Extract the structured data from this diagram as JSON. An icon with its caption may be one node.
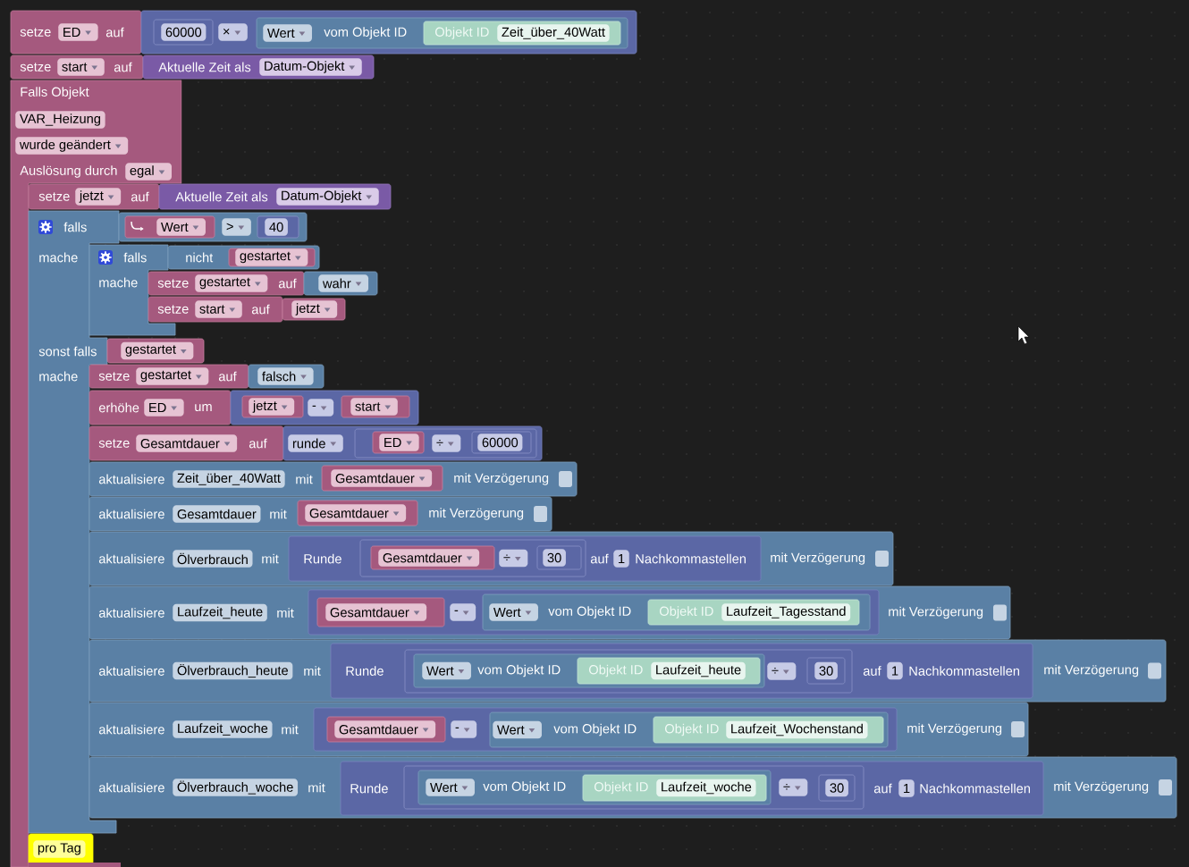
{
  "diagram": {
    "nodes": [
      {
        "text": [
          "setze",
          "ED",
          "auf"
        ]
      },
      {
        "text": [
          "×"
        ]
      },
      {
        "text": [
          "60000"
        ],
        "in": 1
      },
      {
        "text": [
          "Wert",
          "vom Objekt ID"
        ],
        "in": 1
      },
      {
        "text": [
          "Objekt ID",
          "Zeit_über_40Watt"
        ],
        "in": 3
      },
      {
        "text": [
          "setze",
          "start",
          "auf"
        ]
      },
      {
        "text": [
          "Aktuelle Zeit als",
          "Datum-Objekt"
        ]
      },
      {
        "text": [
          "Falls Objekt",
          "VAR_Heizung",
          "wurde geändert",
          "Auslösung durch",
          "egal"
        ]
      },
      {
        "text": [
          "setze",
          "jetzt",
          "auf"
        ],
        "in": 7
      },
      {
        "text": [
          "Aktuelle Zeit als",
          "Datum-Objekt"
        ]
      },
      {
        "text": [
          "falls",
          "mache",
          "sonst falls",
          "mache"
        ]
      },
      {
        "text": [
          ">"
        ]
      },
      {
        "text": [
          "Wert"
        ],
        "in": 11
      },
      {
        "text": [
          "40"
        ],
        "in": 11
      },
      {
        "text": [
          "falls",
          "mache"
        ]
      },
      {
        "text": [
          "nicht"
        ]
      },
      {
        "text": [
          "gestartet"
        ],
        "in": 15
      },
      {
        "text": [
          "setze",
          "gestartet",
          "auf"
        ]
      },
      {
        "text": [
          "wahr"
        ]
      },
      {
        "text": [
          "setze",
          "start",
          "auf"
        ]
      },
      {
        "text": [
          "jetzt"
        ]
      },
      {
        "text": [
          "gestartet"
        ]
      },
      {
        "text": [
          "setze",
          "gestartet",
          "auf"
        ]
      },
      {
        "text": [
          "falsch"
        ]
      },
      {
        "text": [
          "erhöhe",
          "ED",
          "um"
        ]
      },
      {
        "text": [
          "-"
        ]
      },
      {
        "text": [
          "jetzt"
        ],
        "in": 25
      },
      {
        "text": [
          "start"
        ],
        "in": 25
      },
      {
        "text": [
          "setze",
          "Gesamtdauer",
          "auf"
        ]
      },
      {
        "text": [
          "runde"
        ]
      },
      {
        "text": [
          "÷"
        ],
        "in": 29
      },
      {
        "text": [
          "ED"
        ],
        "in": 30
      },
      {
        "text": [
          "60000"
        ],
        "in": 30
      },
      {
        "text": [
          "aktualisiere",
          "Zeit_über_40Watt",
          "mit",
          "mit Verzögerung"
        ]
      },
      {
        "text": [
          "Gesamtdauer"
        ],
        "in": 33
      },
      {
        "text": [
          "aktualisiere",
          "Gesamtdauer",
          "mit",
          "mit Verzögerung"
        ]
      },
      {
        "text": [
          "Gesamtdauer"
        ],
        "in": 35
      },
      {
        "text": [
          "aktualisiere",
          "Ölverbrauch",
          "mit",
          "mit Verzögerung"
        ]
      },
      {
        "text": [
          "Runde",
          "auf",
          "1",
          "Nachkommastellen"
        ],
        "in": 37
      },
      {
        "text": [
          "÷"
        ],
        "in": 38
      },
      {
        "text": [
          "Gesamtdauer"
        ],
        "in": 39
      },
      {
        "text": [
          "30"
        ],
        "in": 39
      },
      {
        "text": [
          "aktualisiere",
          "Laufzeit_heute",
          "mit",
          "mit Verzögerung"
        ]
      },
      {
        "text": [
          "-"
        ],
        "in": 42
      },
      {
        "text": [
          "Gesamtdauer"
        ],
        "in": 43
      },
      {
        "text": [
          "Wert",
          "vom Objekt ID"
        ],
        "in": 43
      },
      {
        "text": [
          "Objekt ID",
          "Laufzeit_Tagesstand"
        ],
        "in": 45
      },
      {
        "text": [
          "aktualisiere",
          "Ölverbrauch_heute",
          "mit",
          "mit Verzögerung"
        ]
      },
      {
        "text": [
          "Runde",
          "auf",
          "1",
          "Nachkommastellen"
        ],
        "in": 47
      },
      {
        "text": [
          "÷"
        ],
        "in": 48
      },
      {
        "text": [
          "Wert",
          "vom Objekt ID"
        ],
        "in": 49
      },
      {
        "text": [
          "Objekt ID",
          "Laufzeit_heute"
        ],
        "in": 50
      },
      {
        "text": [
          "30"
        ],
        "in": 49
      },
      {
        "text": [
          "aktualisiere",
          "Laufzeit_woche",
          "mit",
          "mit Verzögerung"
        ]
      },
      {
        "text": [
          "-"
        ],
        "in": 53
      },
      {
        "text": [
          "Gesamtdauer"
        ],
        "in": 54
      },
      {
        "text": [
          "Wert",
          "vom Objekt ID"
        ],
        "in": 54
      },
      {
        "text": [
          "Objekt ID",
          "Laufzeit_Wochenstand"
        ],
        "in": 56
      },
      {
        "text": [
          "aktualisiere",
          "Ölverbrauch_woche",
          "mit",
          "mit Verzögerung"
        ]
      },
      {
        "text": [
          "Runde",
          "auf",
          "1",
          "Nachkommastellen"
        ],
        "in": 58
      },
      {
        "text": [
          "÷"
        ],
        "in": 59
      },
      {
        "text": [
          "Wert",
          "vom Objekt ID"
        ],
        "in": 60
      },
      {
        "text": [
          "Objekt ID",
          "Laufzeit_woche"
        ],
        "in": 61
      },
      {
        "text": [
          "30"
        ],
        "in": 60
      },
      {
        "text": [
          "pro Tag"
        ],
        "in": 7
      }
    ]
  }
}
